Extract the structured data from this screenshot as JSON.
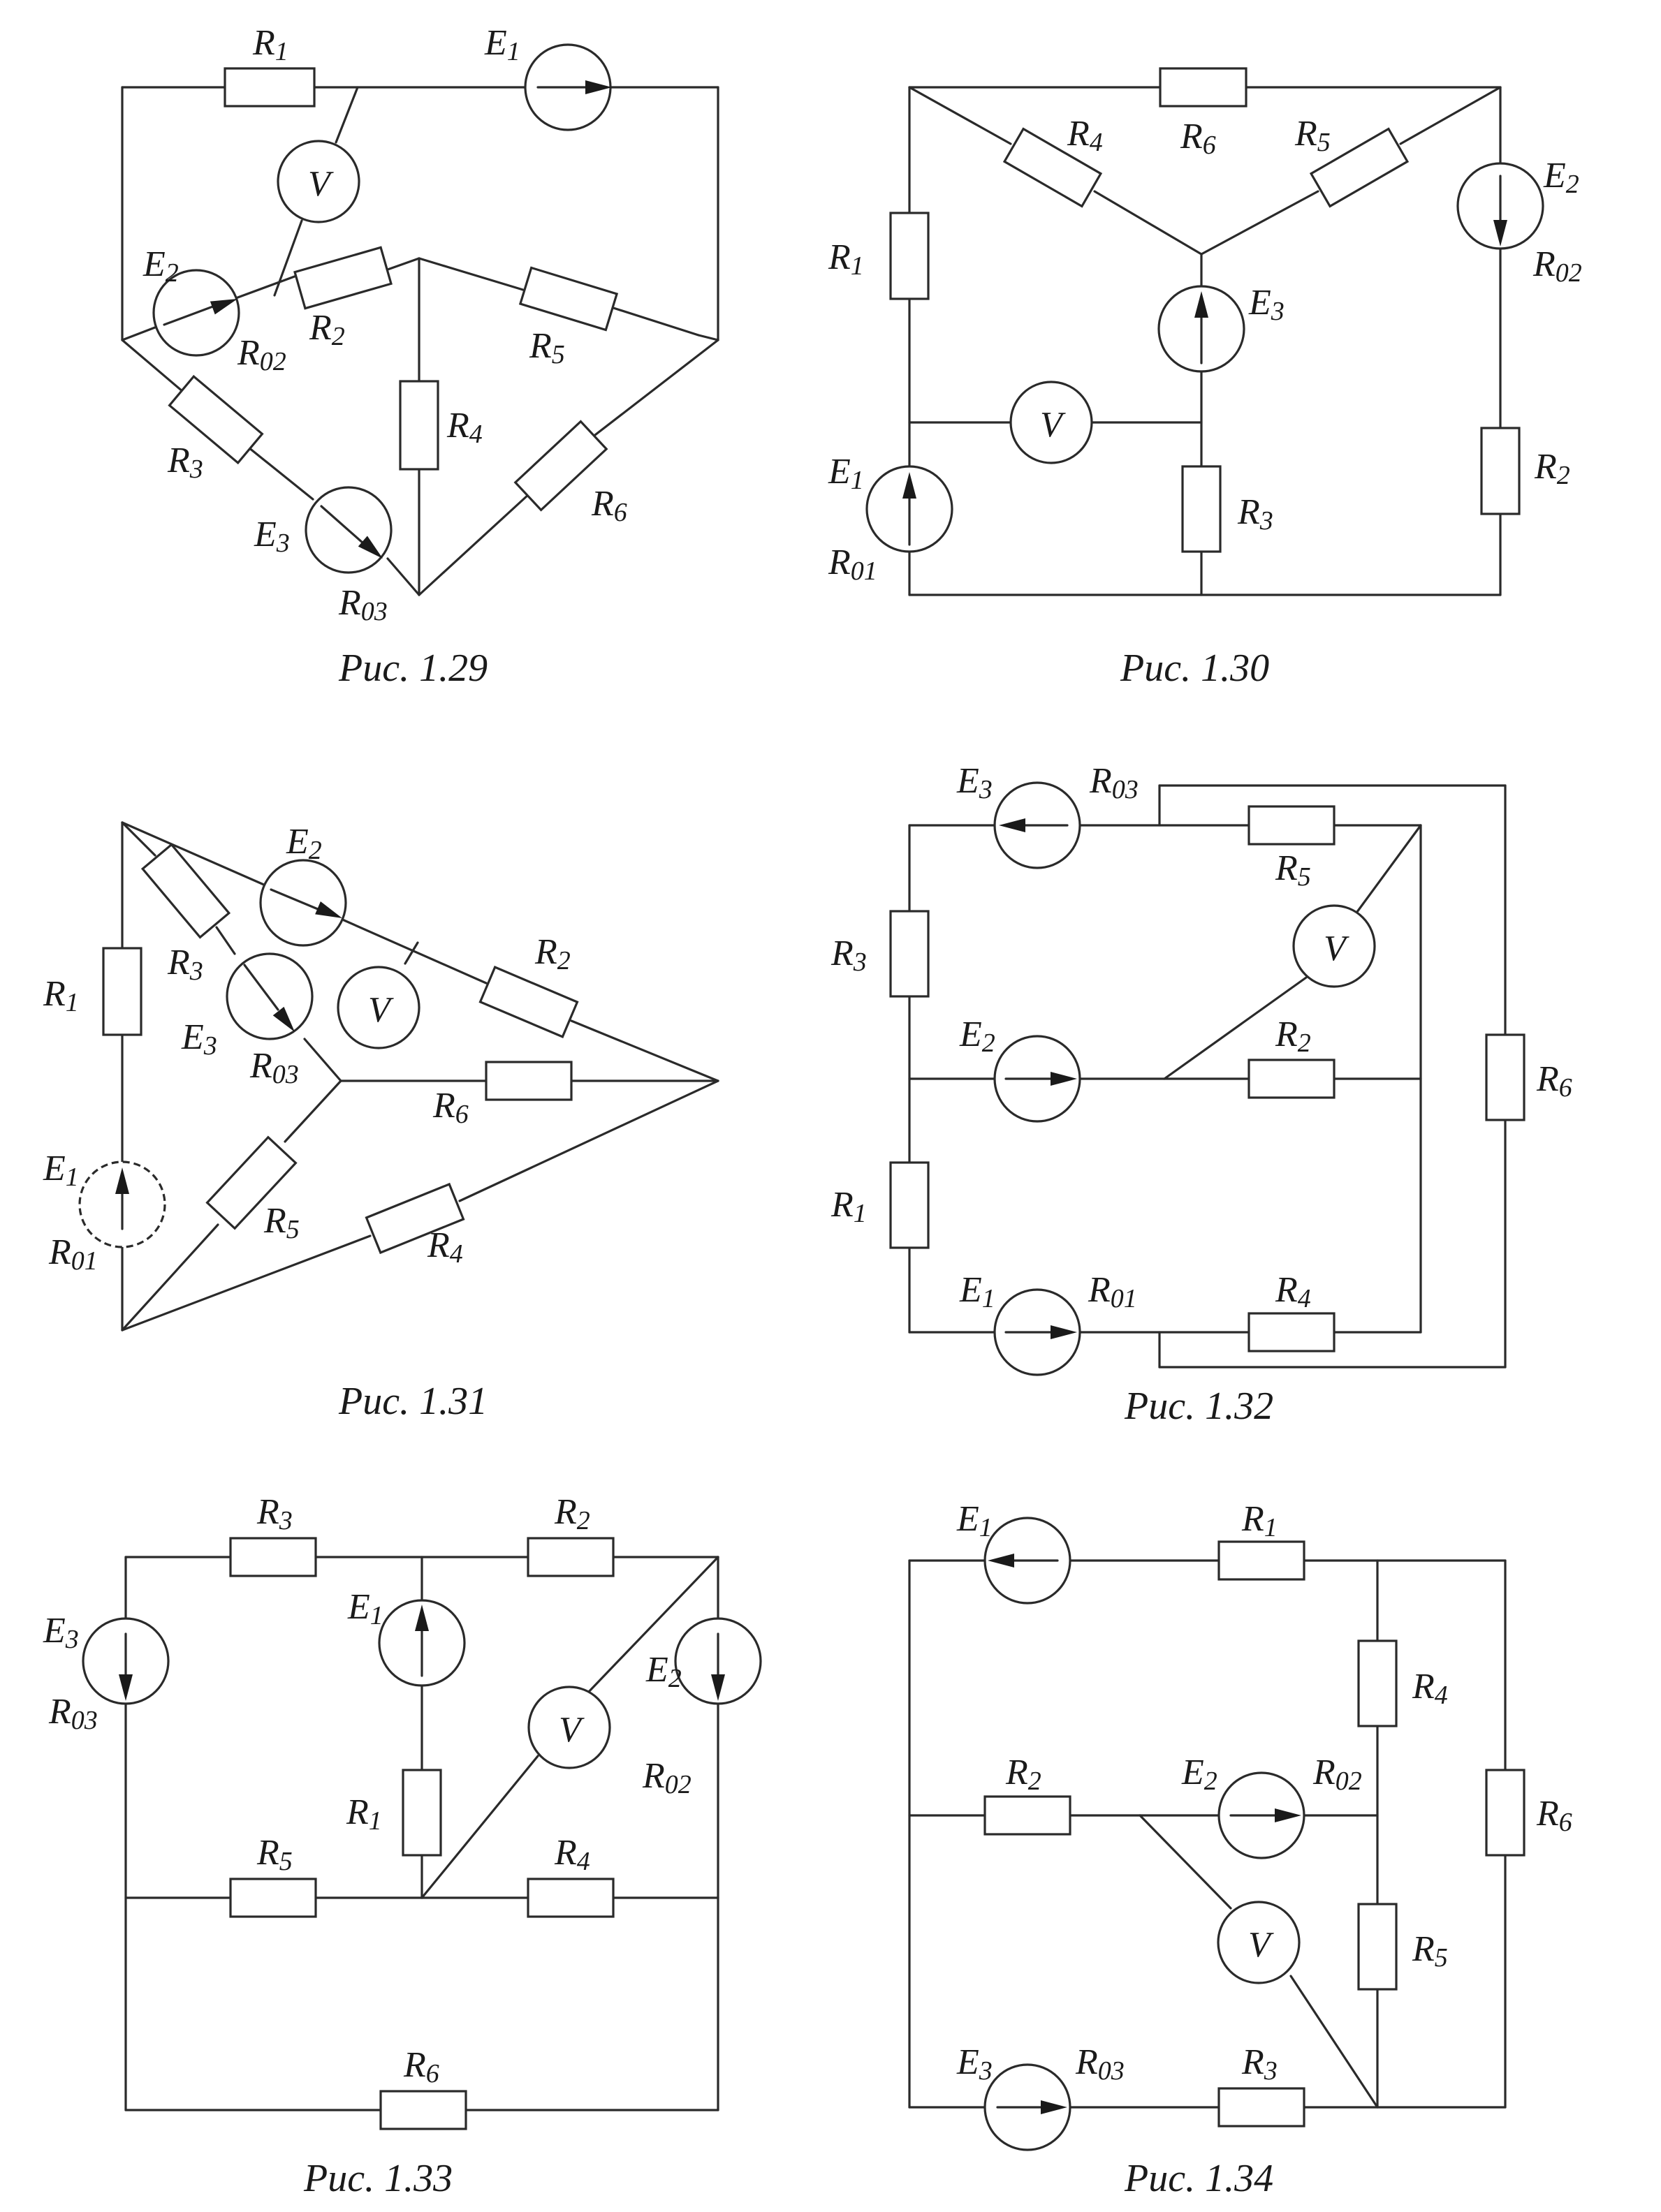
{
  "figures": [
    {
      "caption": "Рис. 1.29"
    },
    {
      "caption": "Рис. 1.30"
    },
    {
      "caption": "Рис. 1.31"
    },
    {
      "caption": "Рис. 1.32"
    },
    {
      "caption": "Рис. 1.33"
    },
    {
      "caption": "Рис. 1.34"
    }
  ],
  "symbols": {
    "R1": "R1",
    "R2": "R2",
    "R3": "R3",
    "R4": "R4",
    "R5": "R5",
    "R6": "R6",
    "E1": "E1",
    "E2": "E2",
    "E3": "E3",
    "R01": "R01",
    "R02": "R02",
    "R03": "R03",
    "V": "V"
  },
  "colors": {
    "line": "#2a2a2a",
    "text": "#1a1a1a",
    "background": "#ffffff"
  }
}
